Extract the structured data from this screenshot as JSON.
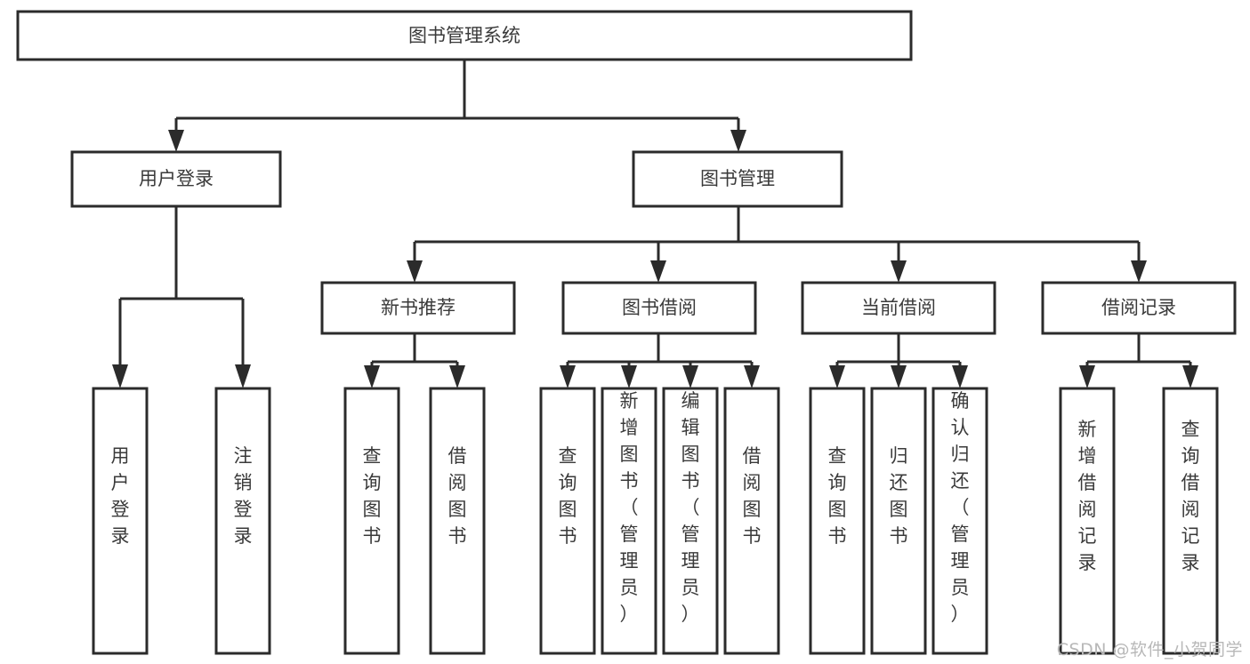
{
  "diagram": {
    "type": "tree-hierarchy",
    "title": "图书管理系统",
    "orientation": "top-down",
    "colors": {
      "box_stroke": "#2b2b2b",
      "box_fill": "#ffffff",
      "text": "#3a3a3a",
      "background": "#ffffff",
      "watermark": "#b8b8b8"
    },
    "levels": [
      {
        "level": 1,
        "nodes": [
          {
            "id": "root",
            "label": "图书管理系统",
            "orientation": "horizontal"
          }
        ]
      },
      {
        "level": 2,
        "nodes": [
          {
            "id": "login",
            "label": "用户登录",
            "orientation": "horizontal",
            "parent": "root"
          },
          {
            "id": "bookmgmt",
            "label": "图书管理",
            "orientation": "horizontal",
            "parent": "root"
          }
        ]
      },
      {
        "level": 3,
        "nodes": [
          {
            "id": "newbook",
            "label": "新书推荐",
            "orientation": "horizontal",
            "parent": "bookmgmt"
          },
          {
            "id": "borrow",
            "label": "图书借阅",
            "orientation": "horizontal",
            "parent": "bookmgmt"
          },
          {
            "id": "current",
            "label": "当前借阅",
            "orientation": "horizontal",
            "parent": "bookmgmt"
          },
          {
            "id": "records",
            "label": "借阅记录",
            "orientation": "horizontal",
            "parent": "bookmgmt"
          }
        ]
      },
      {
        "level": 4,
        "nodes": [
          {
            "id": "leaf-login-1",
            "label": "用户登录",
            "orientation": "vertical",
            "parent": "login"
          },
          {
            "id": "leaf-login-2",
            "label": "注销登录",
            "orientation": "vertical",
            "parent": "login"
          },
          {
            "id": "leaf-new-1",
            "label": "查询图书",
            "orientation": "vertical",
            "parent": "newbook"
          },
          {
            "id": "leaf-new-2",
            "label": "借阅图书",
            "orientation": "vertical",
            "parent": "newbook"
          },
          {
            "id": "leaf-borrow-1",
            "label": "查询图书",
            "orientation": "vertical",
            "parent": "borrow"
          },
          {
            "id": "leaf-borrow-2",
            "label": "新增图书（管理员）",
            "orientation": "vertical",
            "parent": "borrow"
          },
          {
            "id": "leaf-borrow-3",
            "label": "编辑图书（管理员）",
            "orientation": "vertical",
            "parent": "borrow"
          },
          {
            "id": "leaf-borrow-4",
            "label": "借阅图书",
            "orientation": "vertical",
            "parent": "borrow"
          },
          {
            "id": "leaf-current-1",
            "label": "查询图书",
            "orientation": "vertical",
            "parent": "current"
          },
          {
            "id": "leaf-current-2",
            "label": "归还图书",
            "orientation": "vertical",
            "parent": "current"
          },
          {
            "id": "leaf-current-3",
            "label": "确认归还（管理员）",
            "orientation": "vertical",
            "parent": "current"
          },
          {
            "id": "leaf-records-1",
            "label": "新增借阅记录",
            "orientation": "vertical",
            "parent": "records"
          },
          {
            "id": "leaf-records-2",
            "label": "查询借阅记录",
            "orientation": "vertical",
            "parent": "records"
          }
        ]
      }
    ]
  },
  "labels": {
    "root": "图书管理系统",
    "login": "用户登录",
    "bookmgmt": "图书管理",
    "newbook": "新书推荐",
    "borrow": "图书借阅",
    "current": "当前借阅",
    "records": "借阅记录",
    "leaf_login_1": "用户登录",
    "leaf_login_2": "注销登录",
    "leaf_new_1": "查询图书",
    "leaf_new_2": "借阅图书",
    "leaf_borrow_1": "查询图书",
    "leaf_borrow_2": "新增图书（管理员）",
    "leaf_borrow_3": "编辑图书（管理员）",
    "leaf_borrow_4": "借阅图书",
    "leaf_current_1": "查询图书",
    "leaf_current_2": "归还图书",
    "leaf_current_3": "确认归还（管理员）",
    "leaf_records_1": "新增借阅记录",
    "leaf_records_2": "查询借阅记录"
  },
  "watermark": {
    "text": "CSDN @软件_小贺同学"
  }
}
